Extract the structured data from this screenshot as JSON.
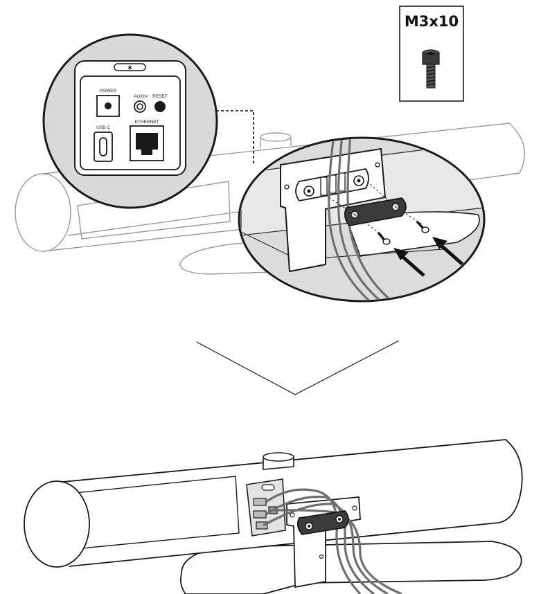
{
  "screw_box": {
    "label": "M3x10"
  },
  "ports_panel": {
    "power_label": "POWER",
    "auxin_label": "AUXIN",
    "reset_label": "RESET",
    "usbc_label": "USB C",
    "ethernet_label": "ETHERNET",
    "bluetooth_symbol": "✱"
  },
  "colors": {
    "line": "#1a1a1a",
    "light_line": "#8a8a8a",
    "callout_fill": "#dedede",
    "cable": "#777777"
  }
}
